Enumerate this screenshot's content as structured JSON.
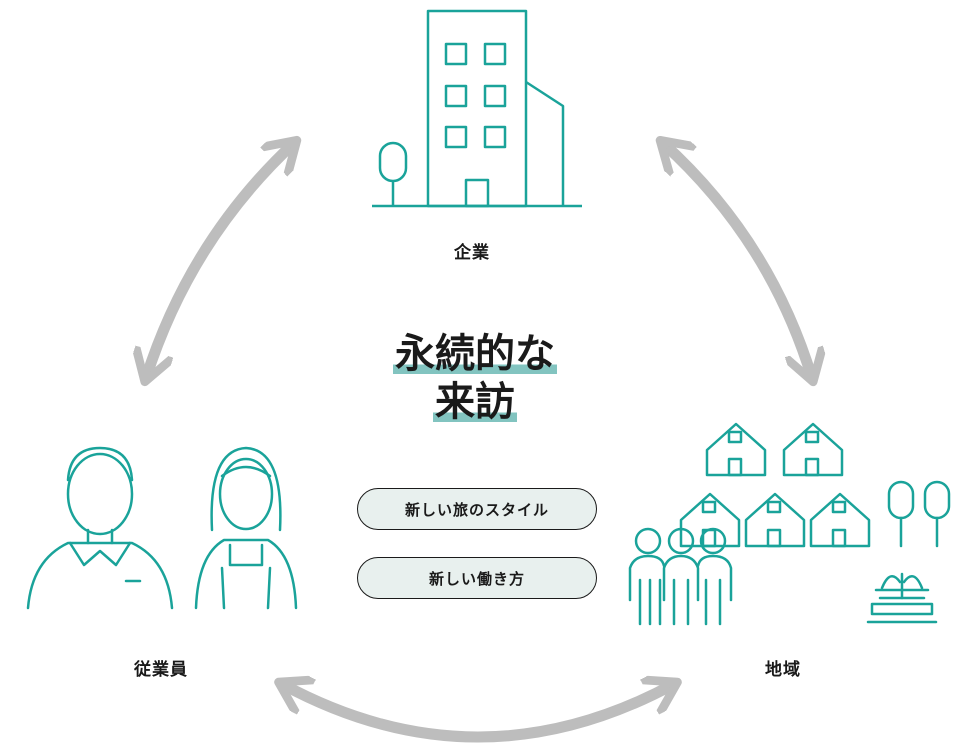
{
  "nodes": {
    "company": {
      "label": "企業",
      "icon": "office-building-icon"
    },
    "employees": {
      "label": "従業員",
      "icon": "employees-icon"
    },
    "community": {
      "label": "地域",
      "icon": "community-town-icon"
    }
  },
  "center": {
    "title_line1": "永続的な",
    "title_line2": "来訪"
  },
  "tags": [
    "新しい旅のスタイル",
    "新しい働き方"
  ],
  "colors": {
    "accent": "#1aa39a",
    "arrow": "#bdbdbd",
    "highlight": "#82c4c0",
    "tag_bg": "#e8f0ee"
  }
}
